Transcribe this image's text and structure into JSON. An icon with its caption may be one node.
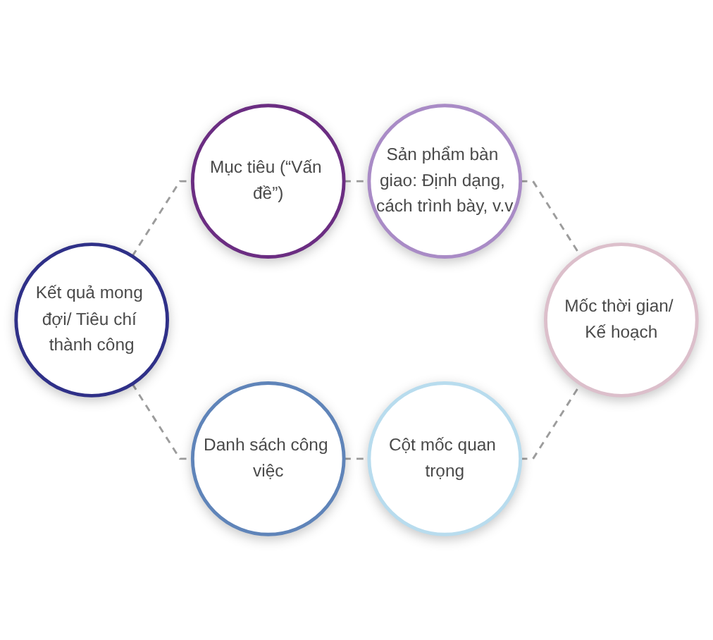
{
  "diagram": {
    "nodes": [
      {
        "text": [
          "Mục tiêu (“Vấn đề”)"
        ]
      },
      {
        "text": [
          "Sản phẩm bàn giao: Định dạng, cách trình bày, v.v"
        ]
      },
      {
        "text": [
          "Mốc thời gian/ Kế hoạch"
        ]
      },
      {
        "text": [
          "Cột mốc quan trọng"
        ]
      },
      {
        "text": [
          "Danh sách công việc"
        ]
      },
      {
        "text": [
          "Kết quả mong đợi/ Tiêu chí thành công"
        ]
      }
    ],
    "edges": [
      {
        "from": 0,
        "to": 1,
        "arrow": "none",
        "style": "dashed"
      },
      {
        "from": 1,
        "to": 2,
        "arrow": "none",
        "style": "dashed"
      },
      {
        "from": 3,
        "to": 2,
        "arrow": "none",
        "style": "dashed"
      },
      {
        "from": 4,
        "to": 3,
        "arrow": "none",
        "style": "dashed"
      },
      {
        "from": 5,
        "to": 4,
        "arrow": "none",
        "style": "dashed"
      },
      {
        "from": 5,
        "to": 0,
        "arrow": "none",
        "style": "dashed"
      }
    ]
  }
}
